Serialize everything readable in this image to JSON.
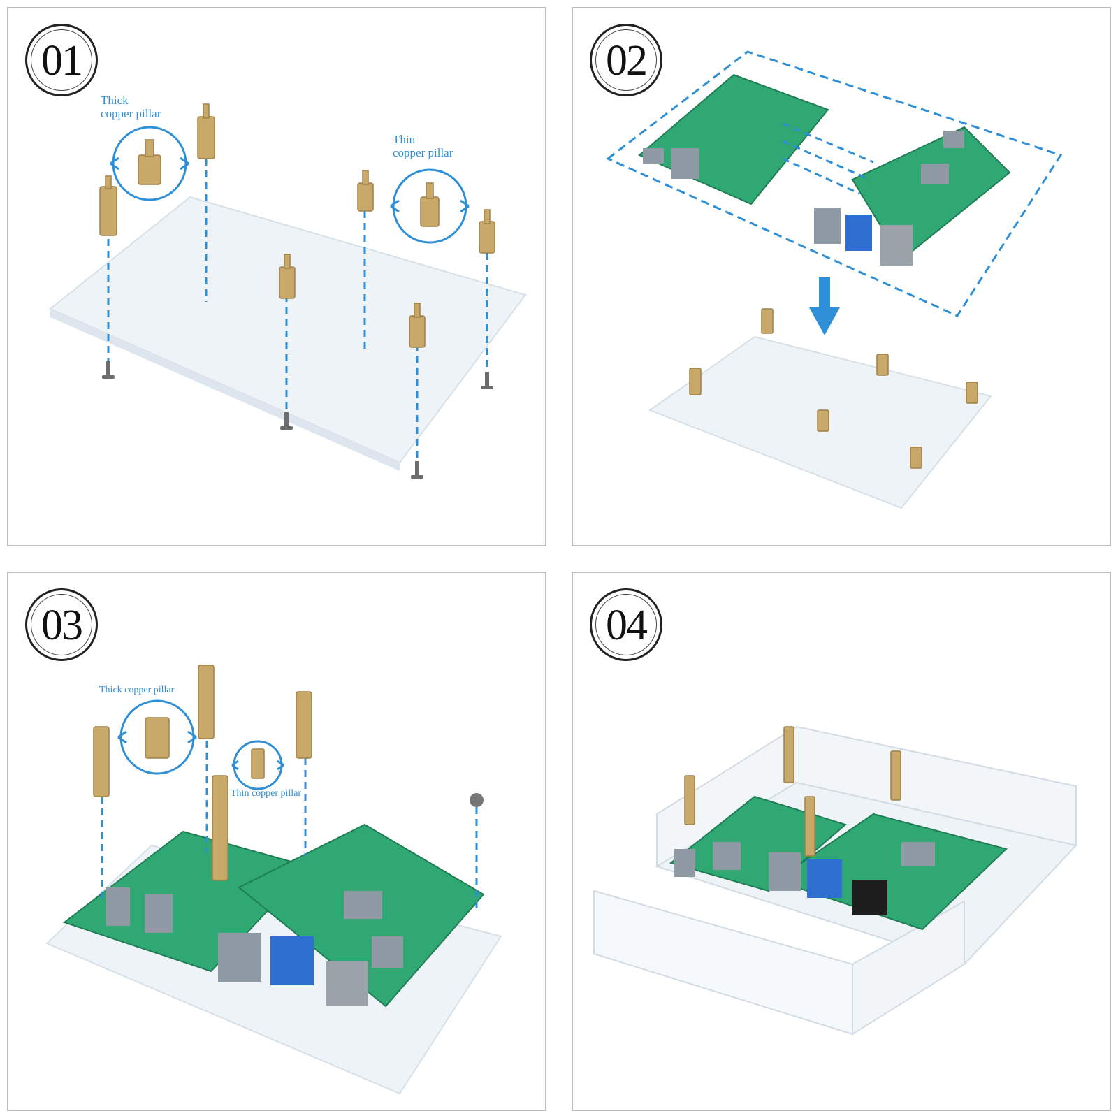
{
  "steps": [
    {
      "number": "01",
      "labels": {
        "thick": "Thick\ncopper pillar",
        "thin": "Thin\ncopper pillar"
      }
    },
    {
      "number": "02"
    },
    {
      "number": "03",
      "labels": {
        "thick": "Thick copper pillar",
        "thin": "Thin copper pillar"
      }
    },
    {
      "number": "04"
    }
  ],
  "colors": {
    "border": "#bdbdbd",
    "accent_blue": "#2f8fd6",
    "pcb_green": "#2fa873",
    "brass": "#c8a96a",
    "acrylic": "#eef3f7"
  }
}
